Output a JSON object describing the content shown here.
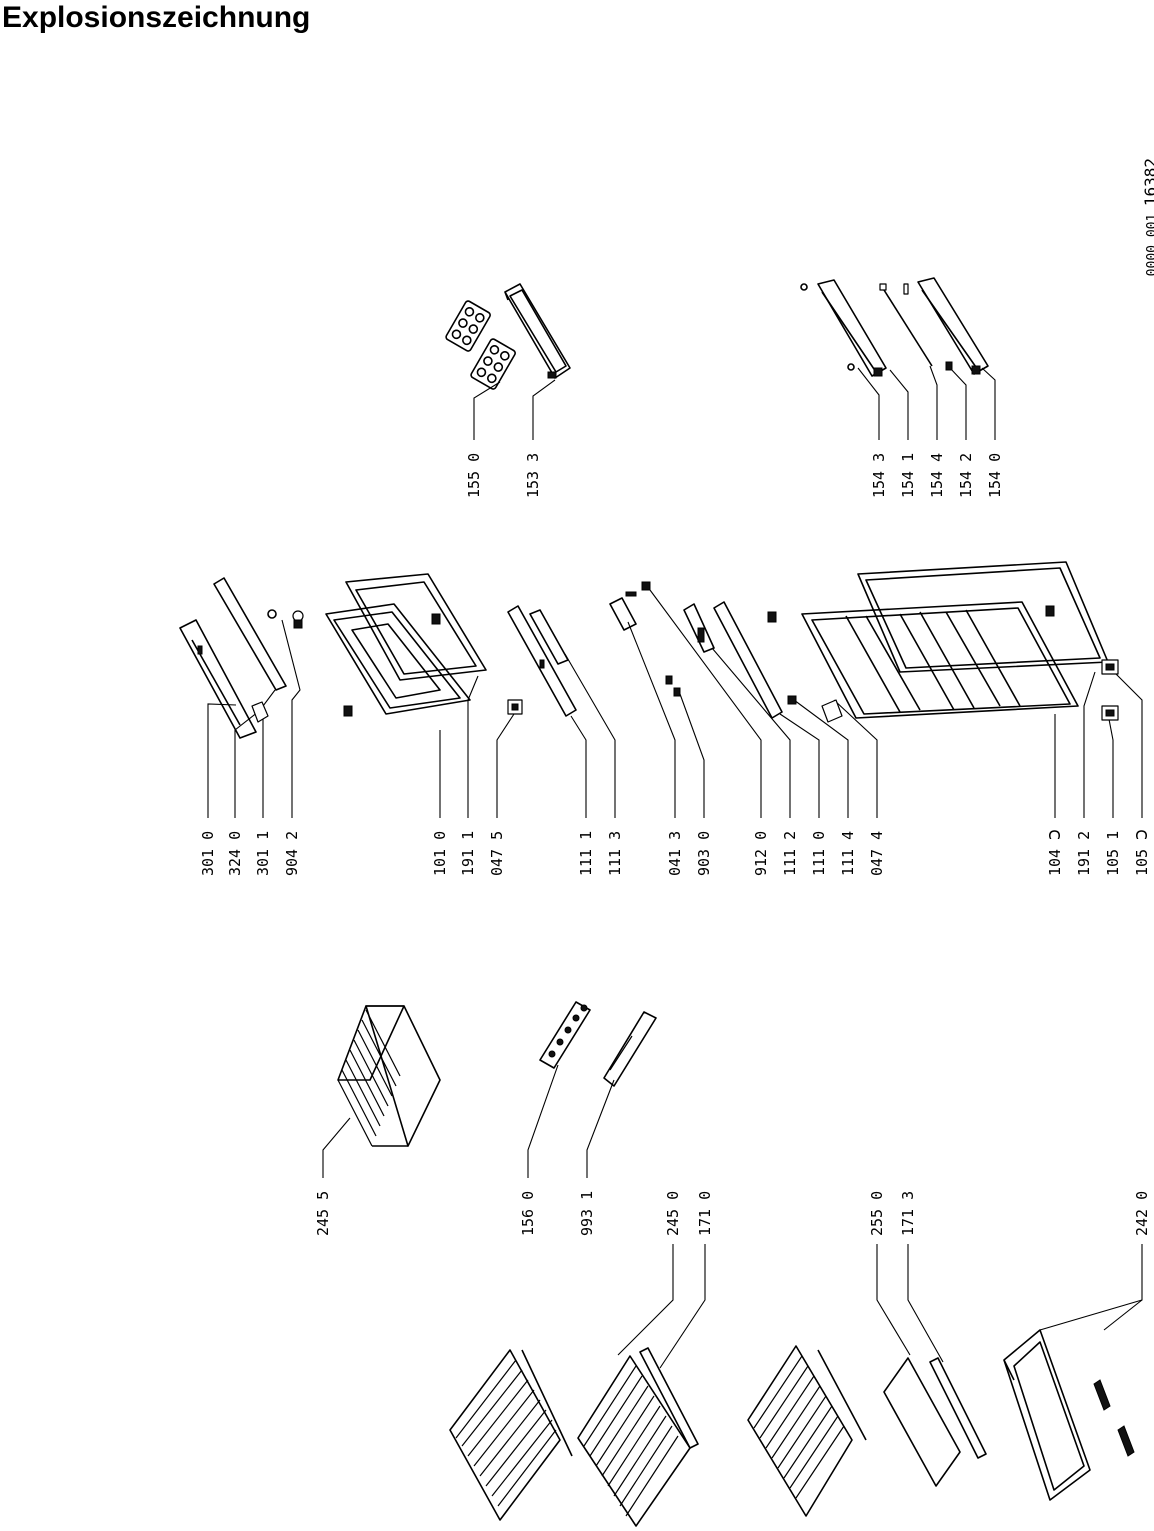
{
  "title": "Explosionszeichnung",
  "doc_number": "16382",
  "doc_code": "0000 001",
  "labels": {
    "l245_5": "245 5",
    "l156_0": "156 0",
    "l993_1": "993 1",
    "l245_0": "245 0",
    "l171_0": "171 0",
    "l255_0": "255 0",
    "l171_3": "171 3",
    "l242_0": "242 0",
    "l301_0": "301 0",
    "l324_0": "324 0",
    "l301_1": "301 1",
    "l904_2": "904 2",
    "l101_0": "101 0",
    "l191_1": "191 1",
    "l047_5": "047 5",
    "l111_1": "111 1",
    "l111_3": "111 3",
    "l041_3": "041 3",
    "l903_0": "903 0",
    "l912_0": "912 0",
    "l111_2": "111 2",
    "l111_0": "111 0",
    "l111_4": "111 4",
    "l047_4": "047 4",
    "l104_0": "104 Ↄ",
    "l191_2": "191 2",
    "l105_1": "105 1",
    "l105_0": "105 Ↄ",
    "l155_0": "155 0",
    "l153_3": "153 3",
    "l154_3": "154 3",
    "l154_1": "154 1",
    "l154_4": "154 4",
    "l154_2": "154 2",
    "l154_0": "154 0"
  }
}
